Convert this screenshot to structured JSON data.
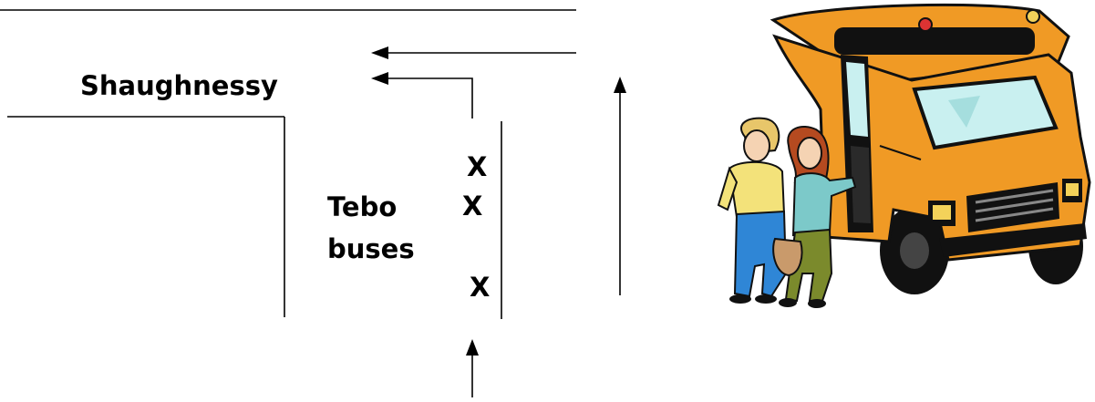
{
  "labels": {
    "street": "Shaughnessy",
    "tebo_line1": "Tebo",
    "tebo_line2": "buses",
    "bus_marks": [
      "X",
      "X",
      "X"
    ]
  },
  "colors": {
    "lines": "#000000",
    "bus_body": "#f09a25",
    "bus_dark": "#111111",
    "window": "#c9f0f0",
    "shirt_left": "#f3e27a",
    "jeans_left": "#2f86d6",
    "shirt_right": "#7cc9c9",
    "pants_right": "#7b8a2c",
    "hair_left": "#e8c66a",
    "hair_right": "#b54a20"
  },
  "icons": [
    "bus-illustration",
    "students-illustration"
  ]
}
